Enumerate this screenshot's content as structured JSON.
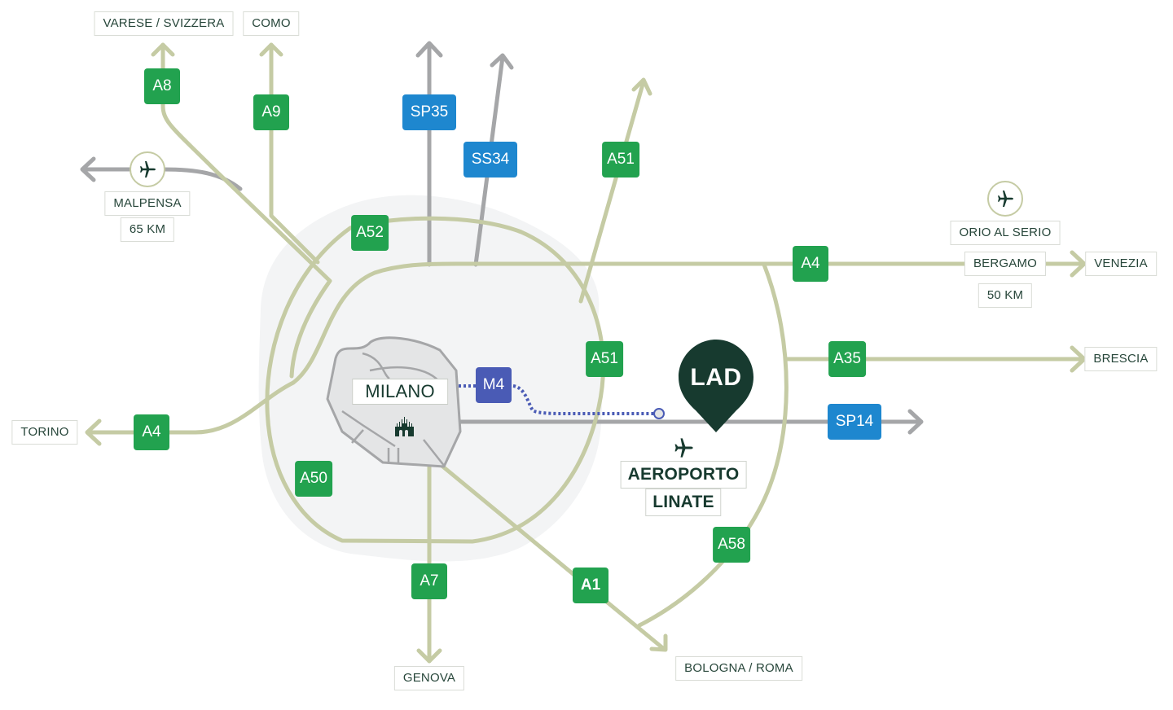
{
  "map": {
    "title": "Milano road access map",
    "colors": {
      "motorway": "#c5cba4",
      "road_grey": "#a5a6a8",
      "metro": "#4a5bb5",
      "shield_green": "#22a24f",
      "shield_blue": "#1e87cf",
      "shield_purple": "#4a5bb5",
      "pin": "#173a2f",
      "city_fill": "#e4e5e6",
      "area_fill": "#f3f4f5"
    },
    "city": {
      "name": "MILANO",
      "icon": "duomo-icon"
    },
    "destination": {
      "pin_label": "LAD",
      "airport_icon": "airplane-icon",
      "airport_line1": "AEROPORTO",
      "airport_line2": "LINATE"
    },
    "destinations": {
      "varese": "VARESE / SVIZZERA",
      "como": "COMO",
      "malpensa": "MALPENSA",
      "malpensa_km": "65 KM",
      "orio": "ORIO AL SERIO",
      "bergamo": "BERGAMO",
      "bergamo_km": "50 KM",
      "venezia": "VENEZIA",
      "brescia": "BRESCIA",
      "torino": "TORINO",
      "genova": "GENOVA",
      "bologna": "BOLOGNA / ROMA"
    },
    "shields": {
      "a8": "A8",
      "a9": "A9",
      "sp35": "SP35",
      "ss34": "SS34",
      "a51_north": "A51",
      "a52": "A52",
      "a4_east": "A4",
      "a51_ring": "A51",
      "a35": "A35",
      "m4": "M4",
      "sp14": "SP14",
      "a4_west": "A4",
      "a50": "A50",
      "a7": "A7",
      "a1": "A1",
      "a58": "A58"
    }
  }
}
